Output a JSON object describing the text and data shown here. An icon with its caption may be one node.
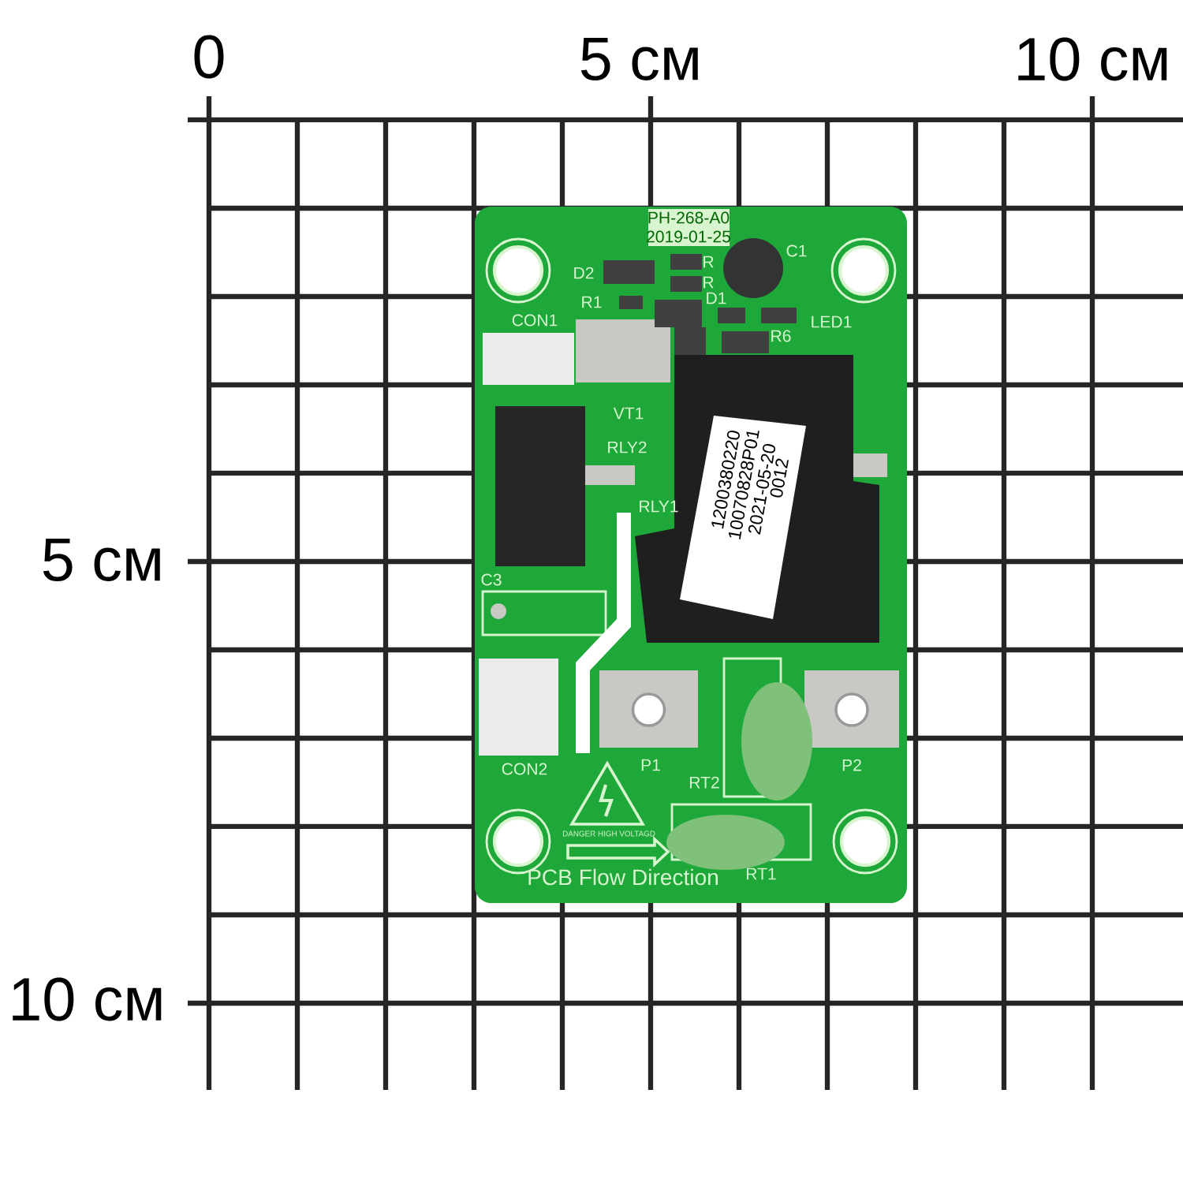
{
  "diagram": {
    "labels": [
      "0",
      "5 см",
      "10 см",
      "PH-268-A0",
      "2019-01-25",
      "C1",
      "D2",
      "R",
      "R",
      "R1",
      "D1",
      "CON1",
      "LED1",
      "R6",
      "VT1",
      "RLY2",
      "RLY1",
      "1200380220",
      "10070828P01",
      "2021-05-20",
      "0012",
      "5 см",
      "C3",
      "CON2",
      "P1",
      "P2",
      "RT2",
      "DANGER HIGH VOLTAGD",
      "PCB Flow Direction",
      "RT1",
      "10 см"
    ]
  }
}
